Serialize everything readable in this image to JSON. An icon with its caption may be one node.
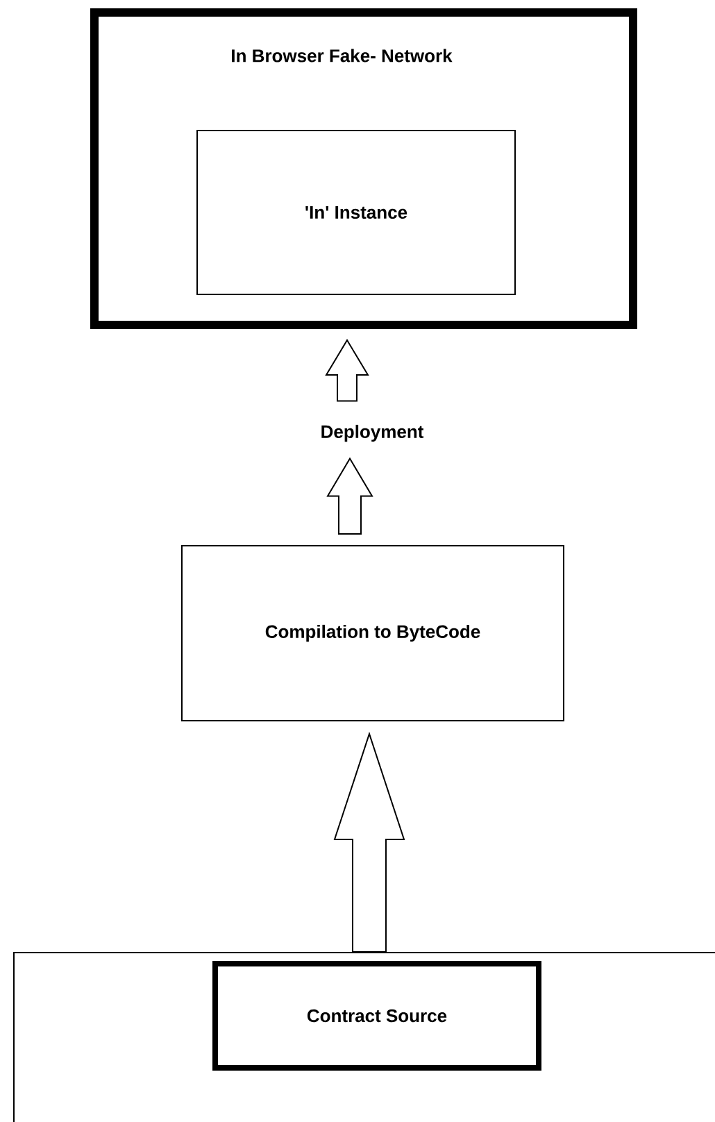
{
  "diagram": {
    "nodes": [
      {
        "text": [
          "In Browser Fake- Network"
        ]
      },
      {
        "text": [
          "'In' Instance"
        ],
        "in": 0
      },
      {
        "text": [
          "Deployment"
        ]
      },
      {
        "text": [
          "Compilation to ByteCode"
        ]
      },
      {
        "text": [],
        "shape": "box"
      },
      {
        "text": [
          "Contract Source"
        ],
        "in": 4
      }
    ],
    "edges": [
      {
        "from": 4,
        "to": 3,
        "arrow": "to"
      },
      {
        "from": 3,
        "to": 2,
        "arrow": "to"
      },
      {
        "from": 2,
        "to": 0,
        "arrow": "to"
      }
    ]
  }
}
